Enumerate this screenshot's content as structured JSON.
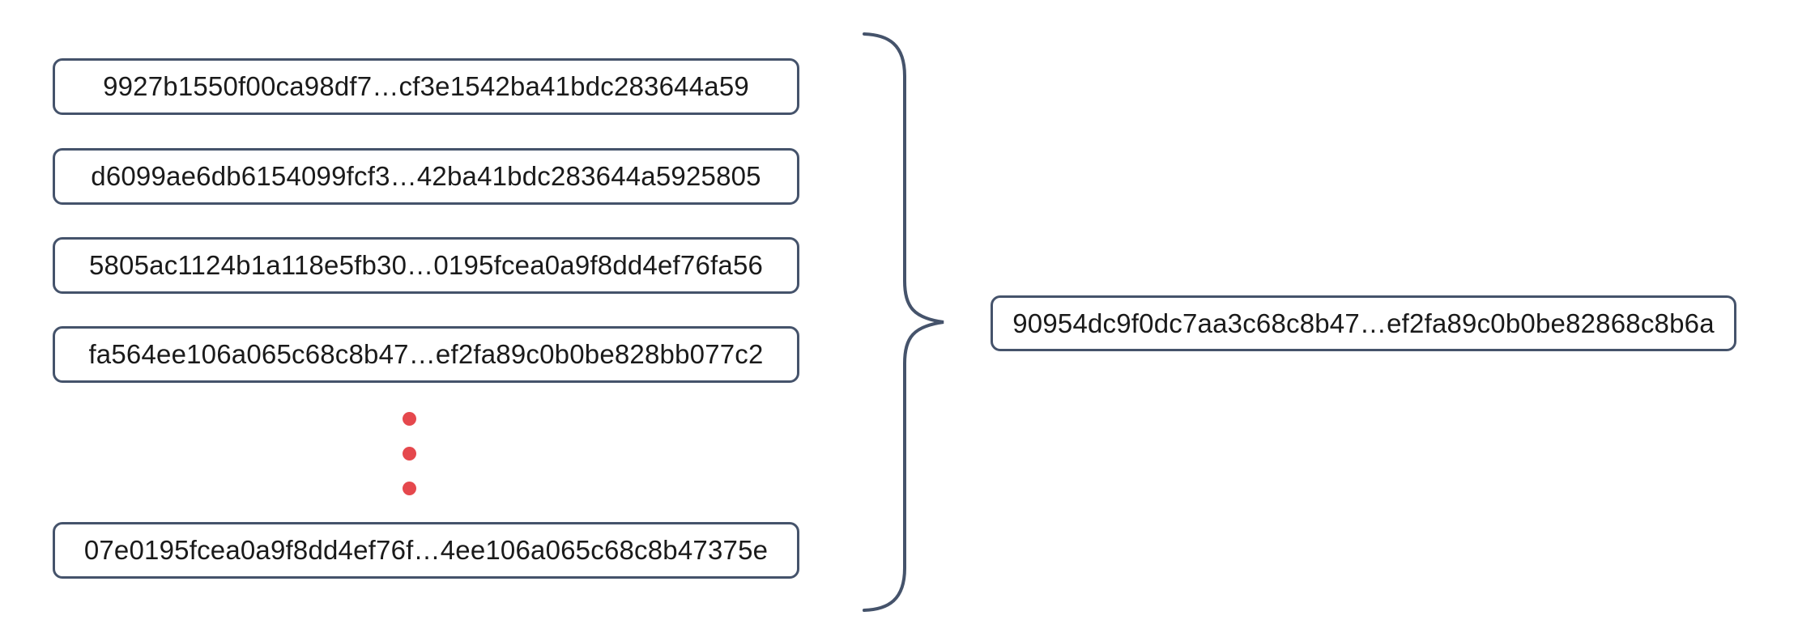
{
  "diagram": {
    "description": "Hash chain diagram: many block hashes combined by a brace into one hash",
    "left_hashes": [
      {
        "label": "9927b1550f00ca98df7…cf3e1542ba41bdc283644a59"
      },
      {
        "label": "d6099ae6db6154099fcf3…42ba41bdc283644a5925805"
      },
      {
        "label": "5805ac1124b1a118e5fb30…0195fcea0a9f8dd4ef76fa56"
      },
      {
        "label": "fa564ee106a065c68c8b47…ef2fa89c0b0be828bb077c2"
      },
      {
        "label": "07e0195fcea0a9f8dd4ef76f…4ee106a065c68c8b47375e"
      }
    ],
    "combined_hash": "90954dc9f0dc7aa3c68c8b47…ef2fa89c0b0be82868c8b6a",
    "ellipsis_dot_count": 3,
    "colors": {
      "box_border": "#45536b",
      "brace": "#45536b",
      "dots": "#e5484d",
      "text": "#1a1a1a",
      "background": "#ffffff"
    }
  }
}
